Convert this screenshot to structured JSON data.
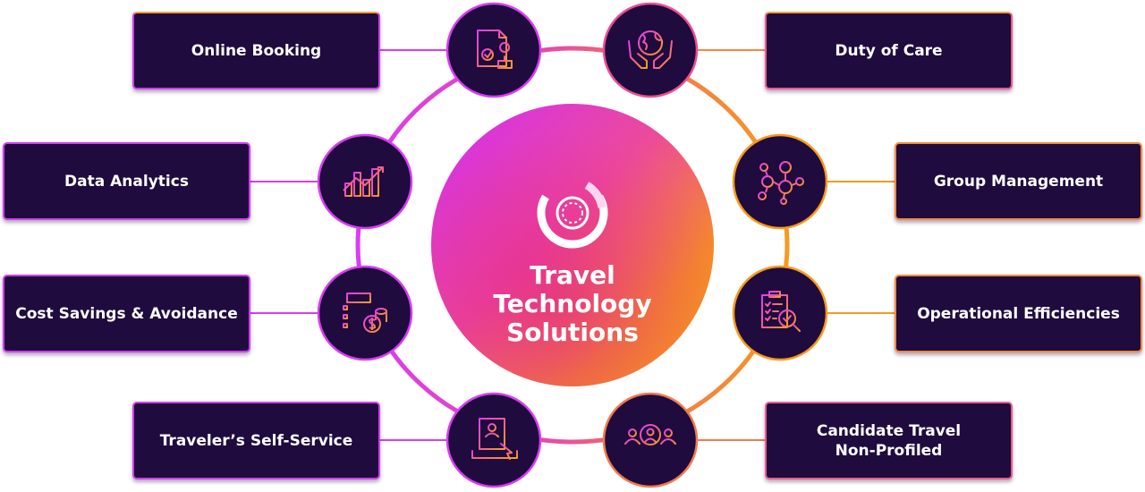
{
  "center": {
    "title": "Travel Technology\nSolutions",
    "icon": "brand-logo-icon"
  },
  "features": [
    {
      "label": "Online Booking",
      "icon": "document-stamp-icon"
    },
    {
      "label": "Duty of Care",
      "icon": "hands-globe-icon"
    },
    {
      "label": "Data Analytics",
      "icon": "bar-chart-icon"
    },
    {
      "label": "Group Management",
      "icon": "network-nodes-icon"
    },
    {
      "label": "Cost Savings & Avoidance",
      "icon": "checklist-coins-icon"
    },
    {
      "label": "Operational Efficiencies",
      "icon": "clipboard-magnifier-icon"
    },
    {
      "label": "Traveler’s Self-Service",
      "icon": "laptop-profile-icon"
    },
    {
      "label": "Candidate Travel\nNon-Profiled",
      "icon": "people-search-icon"
    }
  ],
  "colors": {
    "box_fill": "#1f0b3e",
    "magenta": "#d93cf4",
    "orange": "#f79a1e",
    "pink": "#ec4f8f"
  }
}
